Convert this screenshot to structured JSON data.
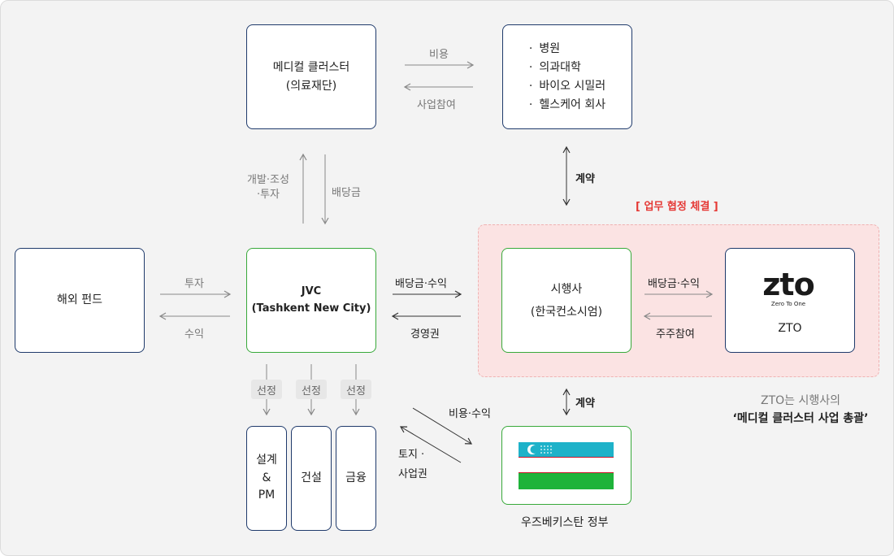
{
  "boxes": {
    "medical_cluster": [
      "메디컬 클러스터",
      "(의료재단)"
    ],
    "partners": [
      "병원",
      "의과대학",
      "바이오 시밀러",
      "헬스케어 회사"
    ],
    "overseas_fund": "해외 펀드",
    "jvc": [
      "JVC",
      "(Tashkent New City)"
    ],
    "developer": [
      "시행사",
      "(한국컨소시엄)"
    ],
    "zto": "ZTO",
    "design": [
      "설계",
      "&",
      "PM"
    ],
    "construction": "건설",
    "finance": "금융"
  },
  "zto_logo": {
    "mark": "zto",
    "tagline": "Zero To One"
  },
  "labels": {
    "cost": "비용",
    "business_participation": "사업참여",
    "dev_invest_1": "개발·조성",
    "dev_invest_2": "·투자",
    "dividend": "배당금",
    "contract_top": "계약",
    "mou": "[ 업무 협정 체결 ]",
    "invest": "투자",
    "revenue": "수익",
    "dividend_revenue_jvc": "배당금·수익",
    "management_rights": "경영권",
    "dividend_revenue_zto": "배당금·수익",
    "share_participation": "주주참여",
    "select_1": "선정",
    "select_2": "선정",
    "select_3": "선정",
    "cost_revenue": "비용·수익",
    "land_1": "토지 ·",
    "land_2": "사업권",
    "contract_bottom": "계약",
    "uzbek_gov": "우즈베키스탄 정부"
  },
  "note": {
    "line1": "ZTO는 시행사의",
    "line2": "‘메디컬 클러스터 사업 총괄’"
  },
  "colors": {
    "navy_border": "#1f3a6b",
    "green_border": "#38a93a",
    "highlight_fill": "#fbe3e3",
    "mou_red": "#e53935",
    "flag_blue": "#1eb2c9",
    "flag_white": "#ffffff",
    "flag_green": "#1eb33a",
    "flag_red": "#ce1126"
  }
}
